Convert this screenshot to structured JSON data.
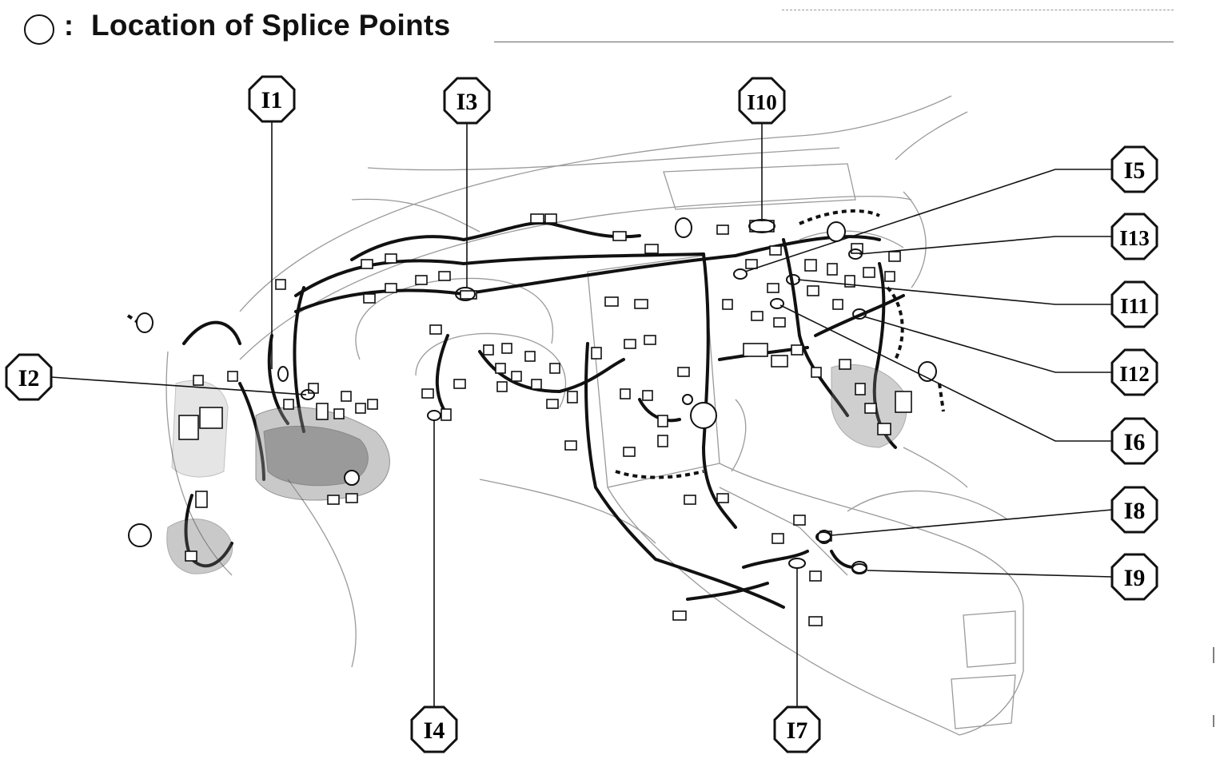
{
  "header": {
    "title": "Location of Splice Points",
    "separator": ":",
    "legend_symbol": "circle-icon"
  },
  "callouts": [
    {
      "id": "I1",
      "label": "I1"
    },
    {
      "id": "I2",
      "label": "I2"
    },
    {
      "id": "I3",
      "label": "I3"
    },
    {
      "id": "I4",
      "label": "I4"
    },
    {
      "id": "I5",
      "label": "I5"
    },
    {
      "id": "I6",
      "label": "I6"
    },
    {
      "id": "I7",
      "label": "I7"
    },
    {
      "id": "I8",
      "label": "I8"
    },
    {
      "id": "I9",
      "label": "I9"
    },
    {
      "id": "I10",
      "label": "I10"
    },
    {
      "id": "I11",
      "label": "I11"
    },
    {
      "id": "I12",
      "label": "I12"
    },
    {
      "id": "I13",
      "label": "I13"
    }
  ],
  "colors": {
    "ink": "#111111",
    "outline": "#9a9a9a",
    "background": "#ffffff"
  }
}
